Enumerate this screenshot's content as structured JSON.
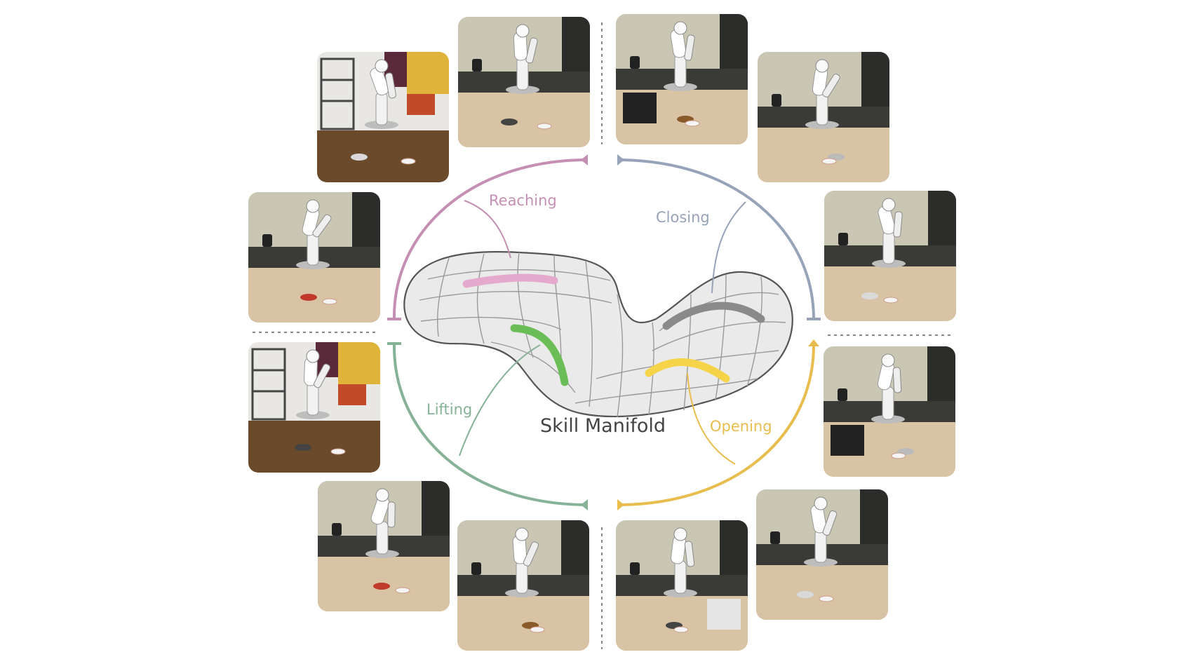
{
  "title": "Skill Manifold",
  "colors": {
    "reaching": "#c58fb3",
    "closing": "#97a3b8",
    "lifting": "#86b397",
    "opening": "#e9bd4d",
    "reaching_stroke": "#e4a9cd",
    "closing_stroke": "#8a8a8a",
    "lifting_stroke": "#6bbd58",
    "opening_stroke": "#f5d44a"
  },
  "skills": [
    {
      "key": "reaching",
      "label": "Reaching"
    },
    {
      "key": "closing",
      "label": "Closing"
    },
    {
      "key": "lifting",
      "label": "Lifting"
    },
    {
      "key": "opening",
      "label": "Opening"
    }
  ],
  "panels": [
    {
      "id": "panel-reaching-1",
      "scene": "studio-cup"
    },
    {
      "id": "panel-reaching-2",
      "scene": "kitchen-bowl"
    },
    {
      "id": "panel-reaching-3",
      "scene": "kitchen-pan"
    },
    {
      "id": "panel-closing-1",
      "scene": "kitchen-cabinet"
    },
    {
      "id": "panel-closing-2",
      "scene": "kitchen-bottles"
    },
    {
      "id": "panel-closing-3",
      "scene": "kitchen-mugs"
    },
    {
      "id": "panel-lifting-1",
      "scene": "studio-plant"
    },
    {
      "id": "panel-lifting-2",
      "scene": "kitchen-plate"
    },
    {
      "id": "panel-lifting-3",
      "scene": "kitchen-pot"
    },
    {
      "id": "panel-opening-1",
      "scene": "kitchen-microwave"
    },
    {
      "id": "panel-opening-2",
      "scene": "kitchen-drawer"
    },
    {
      "id": "panel-opening-3",
      "scene": "kitchen-box"
    }
  ]
}
